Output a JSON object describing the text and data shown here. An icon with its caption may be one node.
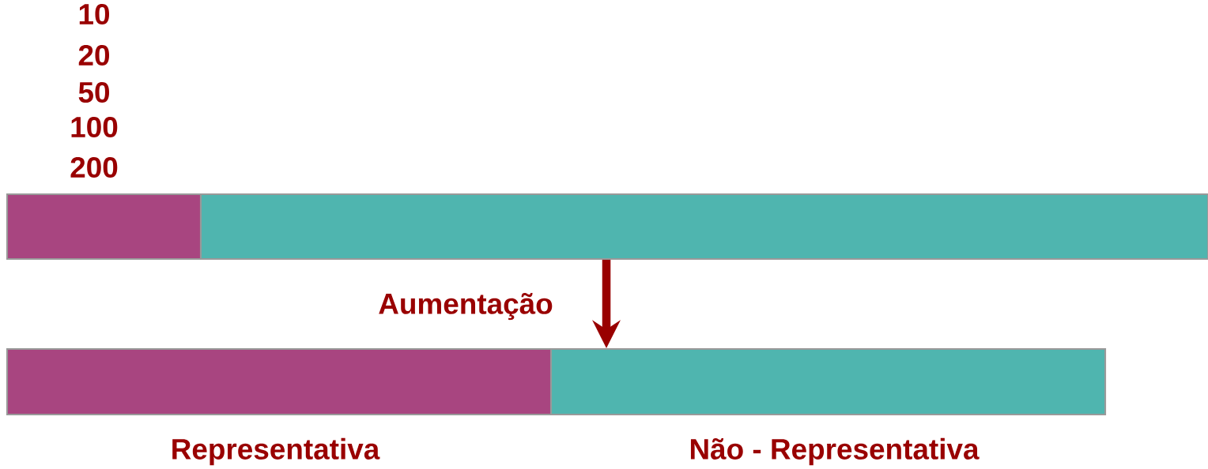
{
  "diagram": {
    "nodes": [
      {
        "text": [],
        "shape": "bar"
      },
      {
        "text": [],
        "shape": "bar"
      },
      {
        "text": [],
        "shape": "bar",
        "beside": [
          "Representativa"
        ]
      },
      {
        "text": [],
        "shape": "bar",
        "beside": [
          "Não - Representativa"
        ]
      }
    ],
    "edges": [
      {
        "from": 1,
        "to": 3,
        "arrow": "to",
        "label": "Aumentação"
      }
    ],
    "labels": [
      "10",
      "20",
      "50",
      "100",
      "200"
    ]
  }
}
